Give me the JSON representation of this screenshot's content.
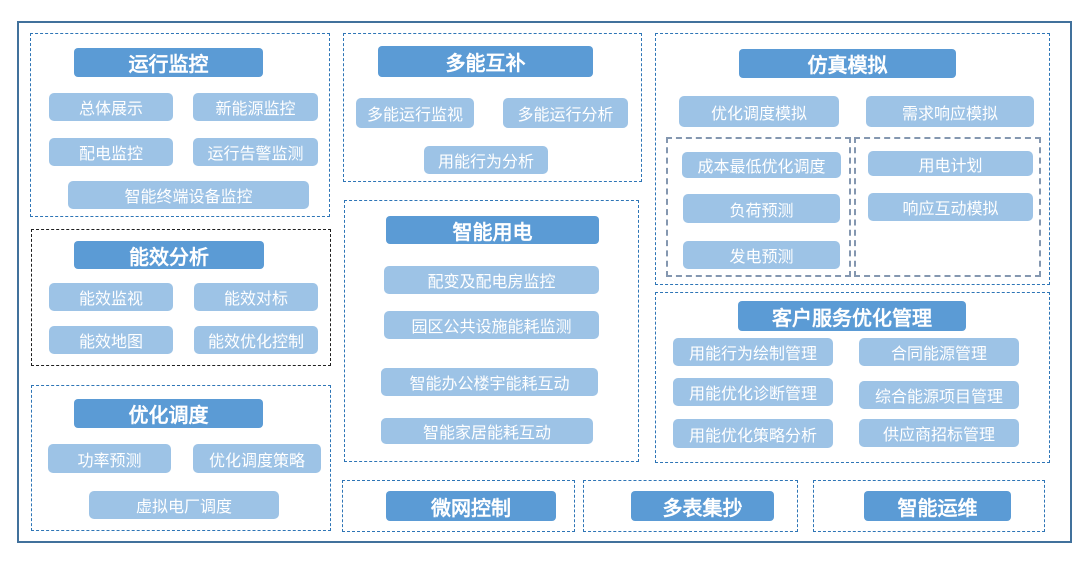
{
  "colors": {
    "header_bg": "#5B9BD5",
    "item_bg": "#9DC3E6",
    "btn_text": "#FFFFFF",
    "frame_border": "#41719C",
    "section_border": "#2E75B6",
    "section_border_dark": "#1F1F1F",
    "inner_border": "#8497B0"
  },
  "sections": {
    "op_monitoring": {
      "title": "运行监控",
      "items": [
        "总体展示",
        "新能源监控",
        "配电监控",
        "运行告警监测",
        "智能终端设备监控"
      ]
    },
    "energy_analysis": {
      "title": "能效分析",
      "items": [
        "能效监视",
        "能效对标",
        "能效地图",
        "能效优化控制"
      ]
    },
    "dispatch": {
      "title": "优化调度",
      "items": [
        "功率预测",
        "优化调度策略",
        "虚拟电厂调度"
      ]
    },
    "multi_energy": {
      "title": "多能互补",
      "items": [
        "多能运行监视",
        "多能运行分析",
        "用能行为分析"
      ]
    },
    "smart_power": {
      "title": "智能用电",
      "items": [
        "配变及配电房监控",
        "园区公共设施能耗监测",
        "智能办公楼宇能耗互动",
        "智能家居能耗互动"
      ]
    },
    "simulation": {
      "title": "仿真模拟",
      "items": [
        "优化调度模拟",
        "需求响应模拟"
      ],
      "sub_groups": [
        {
          "items": [
            "成本最低优化调度",
            "负荷预测",
            "发电预测"
          ]
        },
        {
          "items": [
            "用电计划",
            "响应互动模拟"
          ]
        }
      ]
    },
    "customer_service": {
      "title": "客户服务优化管理",
      "items": [
        "用能行为绘制管理",
        "合同能源管理",
        "用能优化诊断管理",
        "综合能源项目管理",
        "用能优化策略分析",
        "供应商招标管理"
      ]
    },
    "microgrid": {
      "title": "微网控制"
    },
    "meter_reading": {
      "title": "多表集抄"
    },
    "smart_om": {
      "title": "智能运维"
    }
  }
}
